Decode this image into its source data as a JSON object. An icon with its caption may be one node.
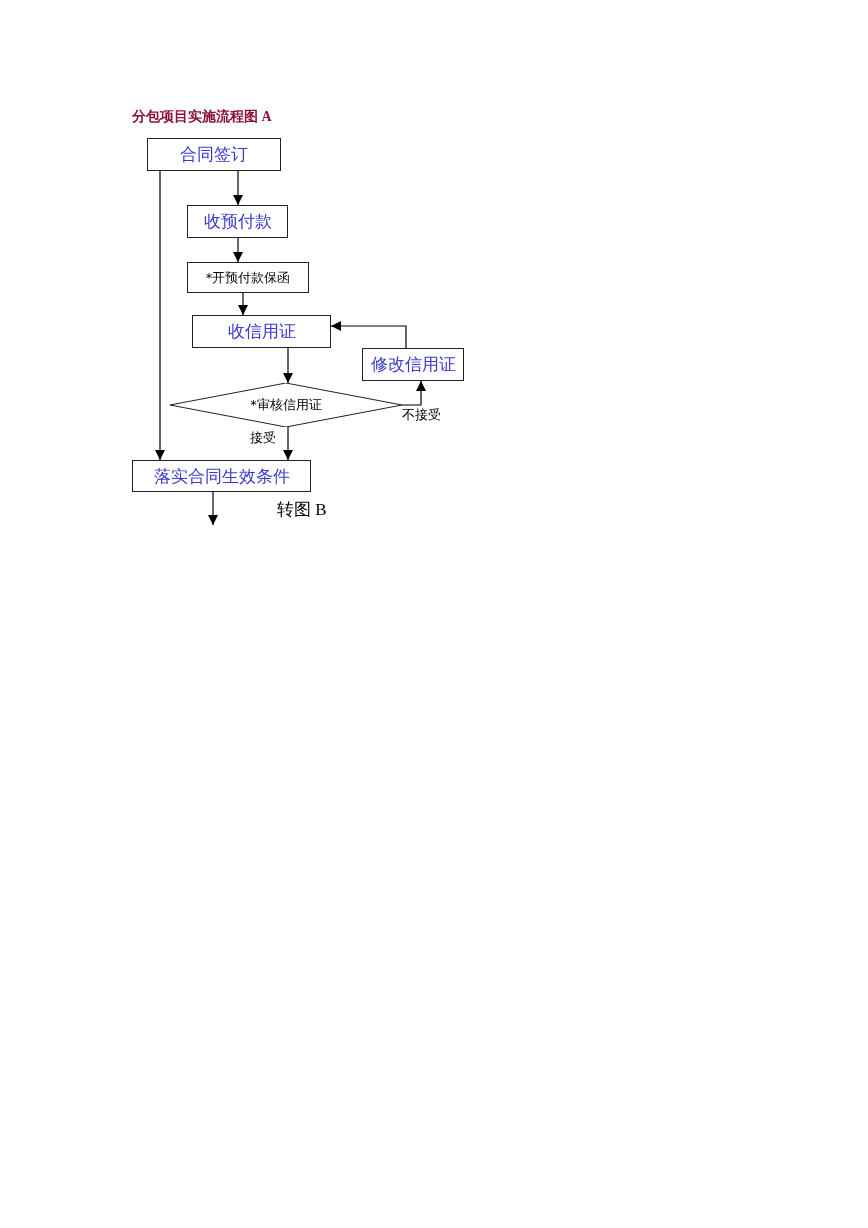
{
  "diagram": {
    "title": "分包项目实施流程图 A",
    "nodes": [
      {
        "text": [
          "合同签订"
        ]
      },
      {
        "text": [
          "收预付款"
        ]
      },
      {
        "text": [
          "*开预付款保函"
        ]
      },
      {
        "text": [
          "收信用证"
        ]
      },
      {
        "text": [
          "修改信用证"
        ]
      },
      {
        "text": [
          "*审核信用证"
        ]
      },
      {
        "text": [
          "落实合同生效条件"
        ]
      }
    ],
    "edges": [
      {
        "from": 0,
        "to": 1,
        "arrow": "to"
      },
      {
        "from": 0,
        "to": 6,
        "arrow": "to"
      },
      {
        "from": 1,
        "to": 2,
        "arrow": "to"
      },
      {
        "from": 2,
        "to": 3,
        "arrow": "to"
      },
      {
        "from": 3,
        "to": 5,
        "arrow": "to"
      },
      {
        "from": 5,
        "to": 4,
        "arrow": "to",
        "label": "不接受"
      },
      {
        "from": 4,
        "to": 3,
        "arrow": "to"
      },
      {
        "from": 5,
        "to": 6,
        "arrow": "to",
        "label": "接受"
      },
      {
        "from": 6,
        "to": null,
        "arrow": "to"
      }
    ],
    "labels": [
      "转图 B"
    ]
  }
}
